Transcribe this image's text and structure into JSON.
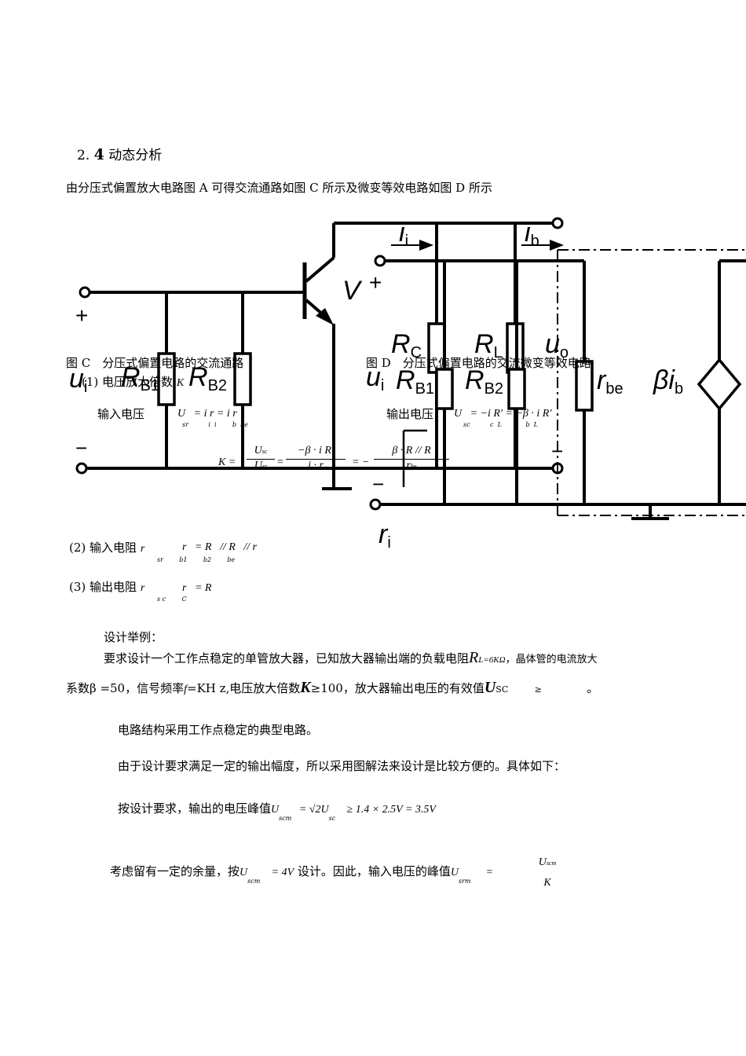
{
  "heading": {
    "num": "2",
    "dot": ".",
    "num2": "4",
    "title": "动态分析"
  },
  "intro": "由分压式偏置放大电路图 A 可得交流通路如图 C 所示及微变等效电路如图 D 所示",
  "circuit": {
    "ii": "i",
    "ii_sub": "i",
    "ib": "i",
    "ib_sub": "b",
    "V": "V",
    "plus": "+",
    "RC": "R",
    "RC_sub": "C",
    "RL": "R",
    "RL_sub": "L",
    "uo": "u",
    "uo_sub": "o",
    "ui_left": "u",
    "ui_left_sub": "i",
    "RB1_left": "R",
    "RB1_left_sub": "B1",
    "RB2_left": "R",
    "RB2_left_sub": "B2",
    "ui_mid": "u",
    "ui_mid_sub": "i",
    "RB1_mid": "R",
    "RB1_mid_sub": "B1",
    "RB2_mid": "R",
    "RB2_mid_sub": "B2",
    "rbe": "r",
    "rbe_sub": "be",
    "beta_ib": "βi",
    "beta_ib_sub": "b",
    "ri": "r",
    "ri_sub": "i",
    "minus": "−"
  },
  "caption_c": "图 C　分压式偏置电路的交流通路",
  "caption_d": "图 D　分压式偏置电路的交流微变等效电路",
  "gain_label": "(1) 电压放大倍数",
  "gain_sym": "K",
  "input_voltage_label": "输入电压",
  "input_voltage_eq": "U",
  "input_voltage_rhs": "= i r  = i r",
  "input_voltage_subs": "sr          i  i        b  be",
  "output_voltage_label": "输出电压",
  "output_voltage_eq": "U",
  "output_voltage_rhs": "= −i R′   = −β · i R′",
  "output_voltage_subs": "sc          c  L            b  L",
  "k_formula": {
    "lhs": "K =",
    "f1_num": "U",
    "f1_num_sub": "sc",
    "f1_den": "U",
    "f1_den_sub": "sr",
    "f2_num": "−β · i R′",
    "f2_num_sub": "b   L",
    "f2_den": "i · r",
    "f2_den_sub": "b   be",
    "eq": "= −",
    "f3_num": "β · R  // R",
    "f3_num_sub": "c       L",
    "f3_den": "r",
    "f3_den_sub": "be"
  },
  "input_res": {
    "label": "(2) 输入电阻",
    "sym": "r",
    "sub": "sr",
    "eq": "r   = R   // R   // r",
    "subs": "sr        b1        b2        be"
  },
  "output_res": {
    "label": "(3) 输出电阻",
    "sym": "r",
    "sub": "sc",
    "eq": "r   = R",
    "subs": "s c        C"
  },
  "design": {
    "title": "设计举例：",
    "line1": "要求设计一个工作点稳定的单管放大器，已知放大器输出端的负载电阻",
    "RL_sym": "R",
    "RL_val": "L=6KΩ",
    "line1_tail": "，晶体管的电流放大",
    "line2_a": "系数β =50，信号频率",
    "line2_f": "f",
    "line2_b": "=KH z,电压放大倍数",
    "line2_K": "K",
    "line2_ge": "≥100，放大器输出电压的有效值",
    "line2_U": "U",
    "line2_Usub": "SC",
    "line2_ge2": "≥",
    "line2_end": "。",
    "p1": "电路结构采用工作点稳定的典型电路。",
    "p2": "由于设计要求满足一定的输出幅度，所以采用图解法来设计是比较方便的。具体如下：",
    "p3": "按设计要求，输出的电压峰值",
    "p3_U": "U",
    "p3_Usub": "scm",
    "p3_eq": "= √2U",
    "p3_sub2": "sc",
    "p3_rhs": "≥ 1.4 × 2.5V  = 3.5V",
    "p4": "考虑留有一定的余量，按",
    "p4_U": "U",
    "p4_Usub": "scm",
    "p4_eq": "= 4V",
    "p4_b": " 设计。因此，输入电压的峰值",
    "p4_U2": "U",
    "p4_U2sub": "srm",
    "p4_eq2": "=",
    "p4_num": "U",
    "p4_numsub": "scm",
    "p4_den": "K"
  }
}
